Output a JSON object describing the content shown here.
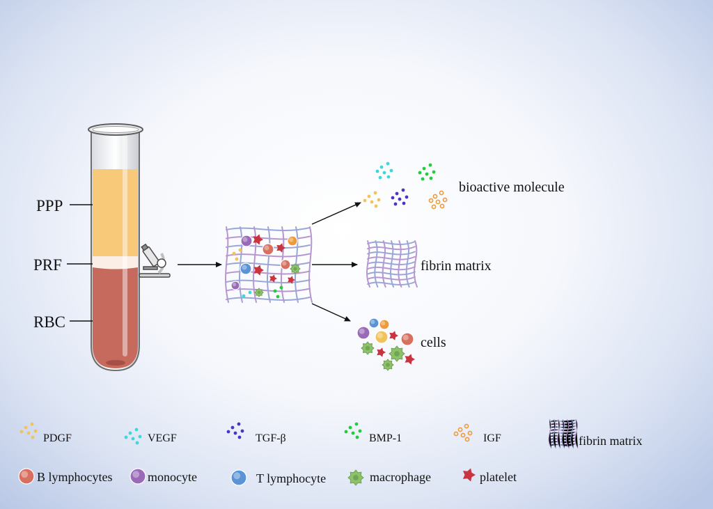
{
  "tube": {
    "layers": [
      "PPP",
      "PRF",
      "RBC"
    ]
  },
  "outputs": {
    "bioactive": "bioactive molecule",
    "fibrin": "fibrin matrix",
    "cells": "cells"
  },
  "legend": {
    "pdgf": "PDGF",
    "vegf": "VEGF",
    "tgf": "TGF-β",
    "bmp": "BMP-1",
    "igf": "IGF",
    "fibrin": "fibrin matrix",
    "b_lymph": "B lymphocytes",
    "monocyte": "monocyte",
    "t_lymph": "T lymphocyte",
    "macrophage": "macrophage",
    "platelet": "platelet"
  },
  "colors": {
    "pdgf": "#f2c35a",
    "vegf": "#3fd8d8",
    "tgf": "#4b36c4",
    "bmp": "#22cc3a",
    "igf": "#ef9a3a",
    "ppp": "#f8c978",
    "prf": "#fbeee6",
    "rbc": "#c56a5c",
    "b_lymph": "#d9705f",
    "monocyte": "#9a6ab8",
    "t_lymph": "#5a94d6",
    "macrophage": "#8cc26a",
    "platelet": "#c9343f",
    "fibrin_a": "#9aa6d8",
    "fibrin_b": "#b896cf"
  },
  "icons": [
    "test-tube-icon",
    "microscope-icon",
    "fibrin-scaffold-icon",
    "arrow-icon"
  ]
}
